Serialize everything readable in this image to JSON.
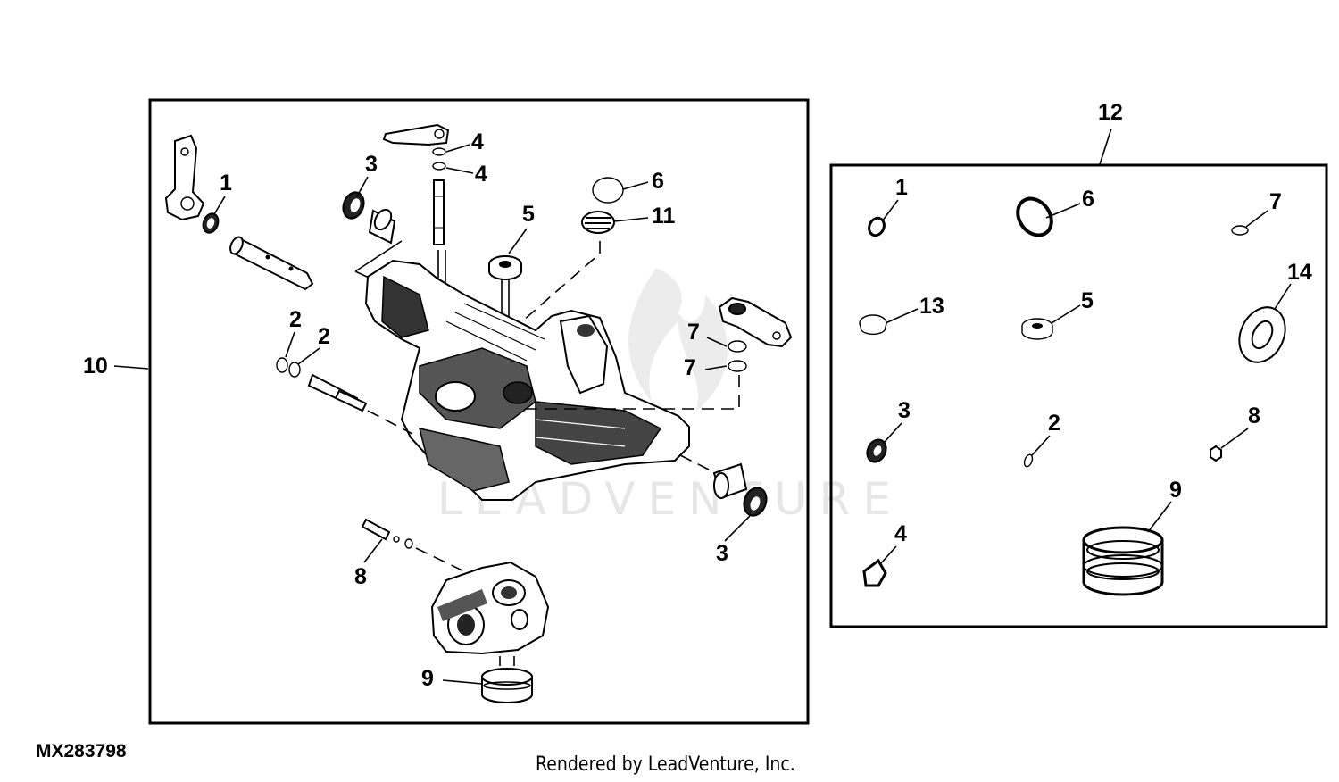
{
  "figure_code": "MX283798",
  "credit": "Rendered by LeadVenture, Inc.",
  "watermark": "LEADVENTURE",
  "main_group": {
    "label": "10",
    "callouts": [
      "1",
      "2",
      "2",
      "3",
      "3",
      "4",
      "4",
      "5",
      "6",
      "7",
      "7",
      "8",
      "9",
      "11"
    ]
  },
  "kit_group": {
    "label": "12",
    "callouts": [
      "1",
      "6",
      "7",
      "13",
      "5",
      "14",
      "3",
      "2",
      "8",
      "4",
      "9"
    ]
  }
}
